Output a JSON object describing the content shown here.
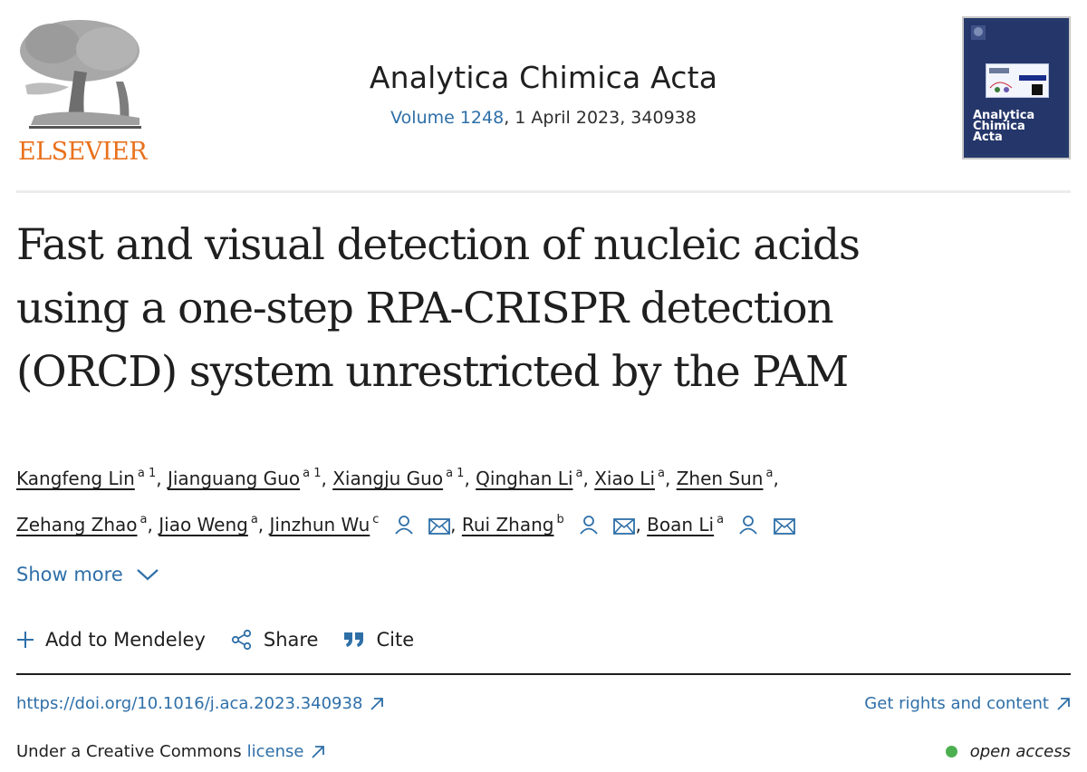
{
  "publisher": {
    "name": "ELSEVIER",
    "brand_color": "#e9711c"
  },
  "journal": {
    "title": "Analytica Chimica Acta",
    "volume_link": "Volume 1248",
    "issue_info": ", 1 April 2023, 340938",
    "cover_title_lines": [
      "Analytica",
      "Chimica",
      "Acta"
    ]
  },
  "article": {
    "title_lines": [
      "Fast and visual detection of nucleic acids",
      "using a one-step RPA-CRISPR detection",
      "(ORCD) system unrestricted by the PAM"
    ]
  },
  "authors": [
    {
      "name": "Kangfeng Lin",
      "aff": "a 1",
      "contact": false
    },
    {
      "name": "Jianguang Guo",
      "aff": "a 1",
      "contact": false
    },
    {
      "name": "Xiangju Guo",
      "aff": "a 1",
      "contact": false
    },
    {
      "name": "Qinghan Li",
      "aff": "a",
      "contact": false
    },
    {
      "name": "Xiao Li",
      "aff": "a",
      "contact": false
    },
    {
      "name": "Zhen Sun",
      "aff": "a",
      "contact": false
    },
    {
      "name": "Zehang Zhao",
      "aff": "a",
      "contact": false
    },
    {
      "name": "Jiao Weng",
      "aff": "a",
      "contact": false
    },
    {
      "name": "Jinzhun Wu",
      "aff": "c",
      "contact": true
    },
    {
      "name": "Rui Zhang",
      "aff": "b",
      "contact": true
    },
    {
      "name": "Boan Li",
      "aff": "a",
      "contact": true
    }
  ],
  "show_more": {
    "label": "Show more",
    "icon": "chevron-down-icon"
  },
  "actions": [
    {
      "label": "Add to Mendeley",
      "icon": "plus-icon"
    },
    {
      "label": "Share",
      "icon": "share-icon"
    },
    {
      "label": "Cite",
      "icon": "quote-icon"
    }
  ],
  "links": {
    "doi": "https://doi.org/10.1016/j.aca.2023.340938",
    "rights": "Get rights and content",
    "license_prefix": "Under a Creative Commons",
    "license_link": "license",
    "access": "open access"
  },
  "colors": {
    "link": "#2e6fa8",
    "text": "#1f1f1f",
    "open_access_dot": "#4caf50",
    "cover_bg": "#263a6b"
  }
}
